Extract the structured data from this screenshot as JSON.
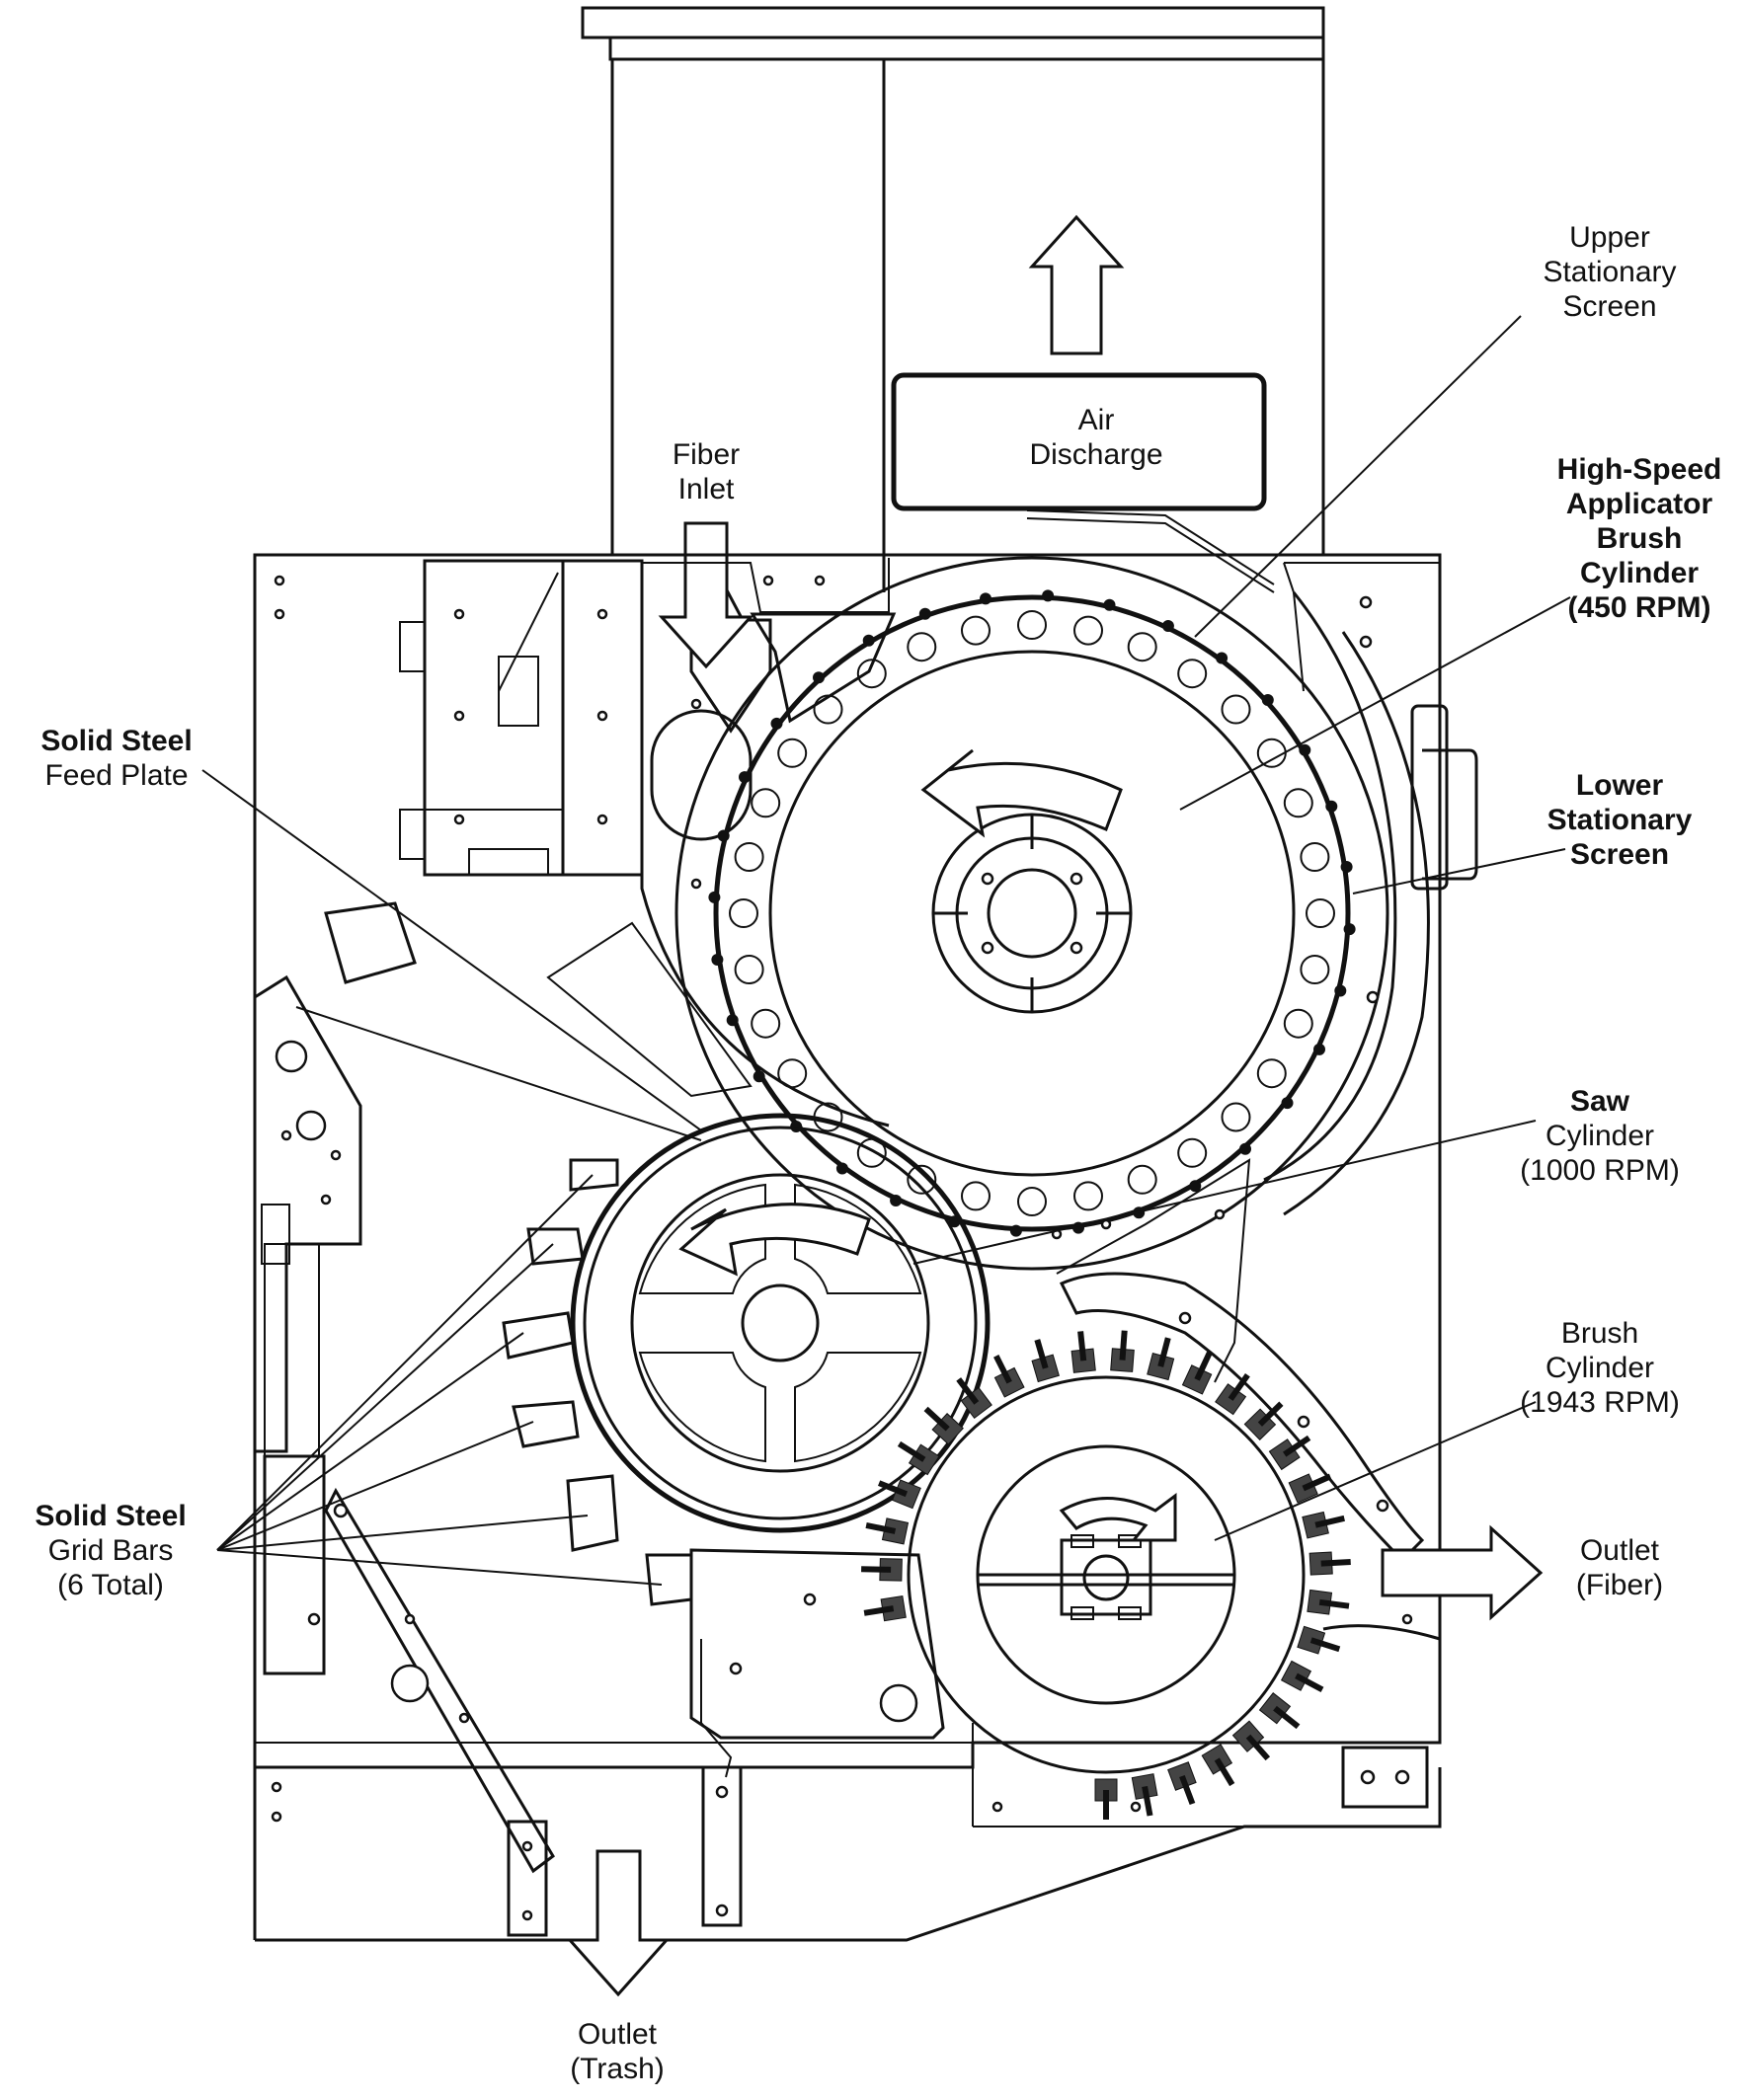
{
  "labels": {
    "upper_screen": [
      "Upper",
      "Stationary",
      "Screen"
    ],
    "air_discharge": [
      "Air",
      "Discharge"
    ],
    "fiber_inlet": [
      "Fiber",
      "Inlet"
    ],
    "applicator": [
      "High-Speed",
      "Applicator",
      "Brush",
      "Cylinder",
      "(450 RPM)"
    ],
    "feed_plate": [
      "Solid Steel",
      "Feed Plate"
    ],
    "lower_screen": [
      "Lower",
      "Stationary",
      "Screen"
    ],
    "saw": [
      "Saw",
      "Cylinder",
      "(1000 RPM)"
    ],
    "brush": [
      "Brush",
      "Cylinder",
      "(1943 RPM)"
    ],
    "grid_bars": [
      "Solid Steel",
      "Grid Bars",
      "(6 Total)"
    ],
    "outlet_fiber": [
      "Outlet",
      "(Fiber)"
    ],
    "outlet_trash": [
      "Outlet",
      "(Trash)"
    ]
  }
}
